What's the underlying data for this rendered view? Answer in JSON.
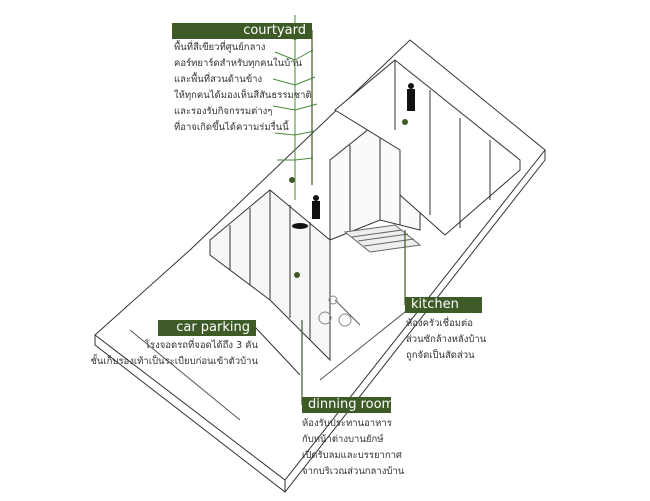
{
  "accent_color": "#3d5a27",
  "labels": {
    "courtyard": {
      "title": "courtyard",
      "lines": [
        "พื้นที่สีเขียวที่ศูนย์กลาง",
        "คอร์ทยาร์ดสำหรับทุกคนในบ้าน",
        "และพื้นที่สวนด้านข้าง",
        "ให้ทุกคนได้มองเห็นสีสันธรรมชาติ",
        "และรองรับกิจกรรมต่างๆ",
        "ที่อาจเกิดขึ้นได้ความร่มรื่นนี้"
      ]
    },
    "car_parking": {
      "title": "car parking",
      "lines": [
        "โรงจอดรถที่จอดได้ถึง 3 คัน",
        "ชั้นเก็บรองเท้าเป็นระเบียบก่อนเข้าตัวบ้าน"
      ]
    },
    "kitchen": {
      "title": "kitchen",
      "lines": [
        "ห้องครัวเชื่อมต่อ",
        "ส่วนซักล้างหลังบ้าน",
        "ถูกจัดเป็นสัดส่วน"
      ]
    },
    "dinning_room": {
      "title": "dinning room",
      "lines": [
        "ห้องรับประทานอาหาร",
        "กับหน้าต่างบานยักษ์",
        "เปิดรับลมและบรรยากาศ",
        "จากบริเวณส่วนกลางบ้าน"
      ]
    }
  }
}
